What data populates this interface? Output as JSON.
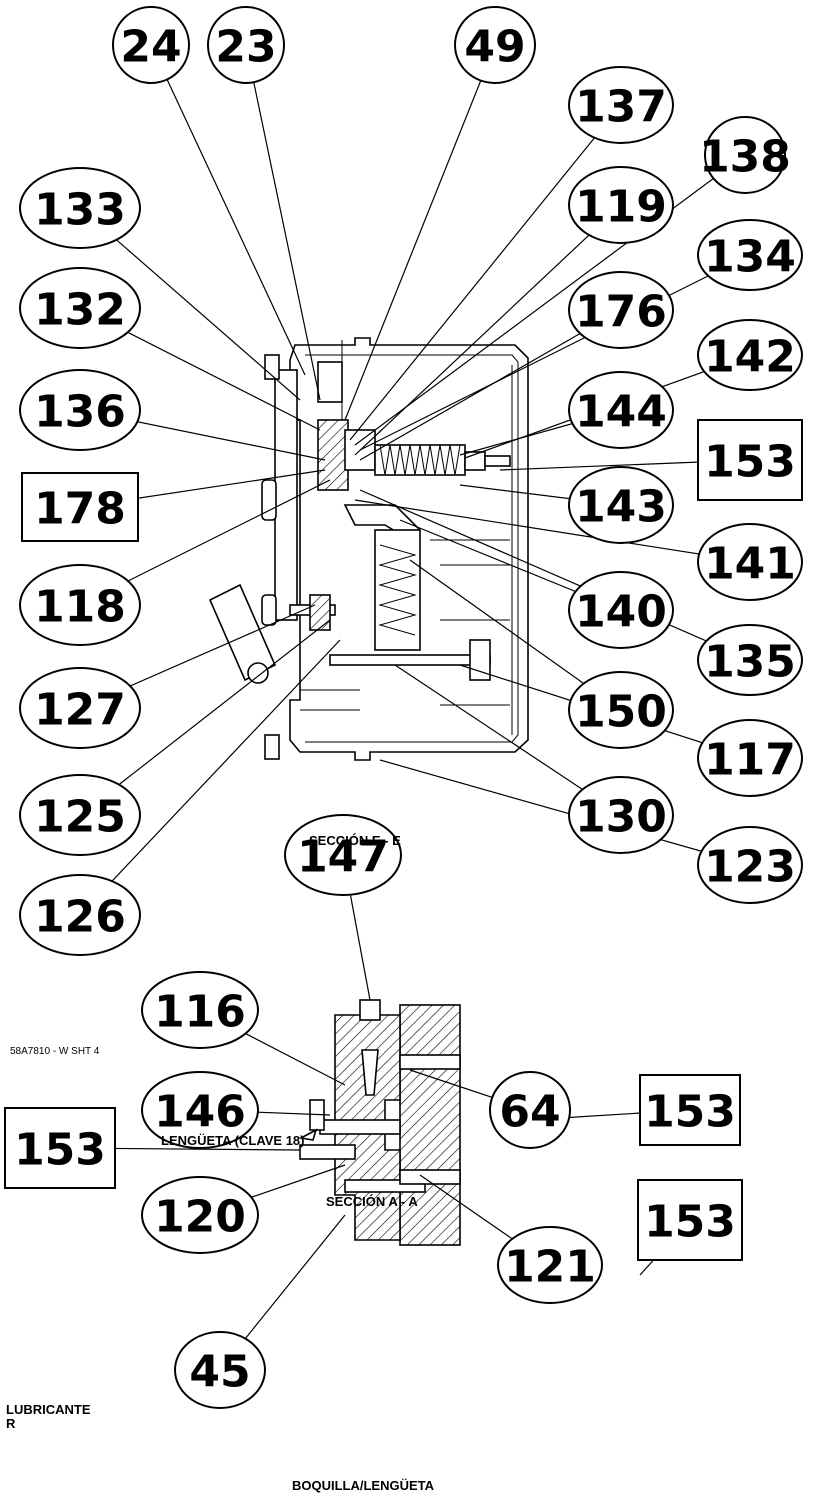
{
  "section_e_label": "SECCIÓN E - E",
  "section_a_label": "SECCIÓN A - A",
  "drawing_number": "58A7810 - W SHT 4",
  "flapper_key_label": "LENGÜETA (CLAVE 18)",
  "bottom_title": "BOQUILLA/LENGÜETA",
  "lubricant_label_line1": "LUBRICANTE",
  "lubricant_label_line2": "R",
  "callouts": [
    {
      "id": "c24",
      "label": "24",
      "shape": "ellipse"
    },
    {
      "id": "c23",
      "label": "23",
      "shape": "ellipse"
    },
    {
      "id": "c49",
      "label": "49",
      "shape": "ellipse"
    },
    {
      "id": "c137",
      "label": "137",
      "shape": "ellipse"
    },
    {
      "id": "c138",
      "label": "138",
      "shape": "ellipse"
    },
    {
      "id": "c133",
      "label": "133",
      "shape": "ellipse"
    },
    {
      "id": "c119",
      "label": "119",
      "shape": "ellipse"
    },
    {
      "id": "c134",
      "label": "134",
      "shape": "ellipse"
    },
    {
      "id": "c132",
      "label": "132",
      "shape": "ellipse"
    },
    {
      "id": "c176",
      "label": "176",
      "shape": "ellipse"
    },
    {
      "id": "c142",
      "label": "142",
      "shape": "ellipse"
    },
    {
      "id": "c136",
      "label": "136",
      "shape": "ellipse"
    },
    {
      "id": "c144",
      "label": "144",
      "shape": "ellipse"
    },
    {
      "id": "c153a",
      "label": "153",
      "shape": "rect"
    },
    {
      "id": "c178",
      "label": "178",
      "shape": "rect"
    },
    {
      "id": "c143",
      "label": "143",
      "shape": "ellipse"
    },
    {
      "id": "c141",
      "label": "141",
      "shape": "ellipse"
    },
    {
      "id": "c118",
      "label": "118",
      "shape": "ellipse"
    },
    {
      "id": "c140",
      "label": "140",
      "shape": "ellipse"
    },
    {
      "id": "c135",
      "label": "135",
      "shape": "ellipse"
    },
    {
      "id": "c127",
      "label": "127",
      "shape": "ellipse"
    },
    {
      "id": "c150",
      "label": "150",
      "shape": "ellipse"
    },
    {
      "id": "c117",
      "label": "117",
      "shape": "ellipse"
    },
    {
      "id": "c125",
      "label": "125",
      "shape": "ellipse"
    },
    {
      "id": "c130",
      "label": "130",
      "shape": "ellipse"
    },
    {
      "id": "c123",
      "label": "123",
      "shape": "ellipse"
    },
    {
      "id": "c126",
      "label": "126",
      "shape": "ellipse"
    },
    {
      "id": "c147",
      "label": "147",
      "shape": "ellipse"
    },
    {
      "id": "c116",
      "label": "116",
      "shape": "ellipse"
    },
    {
      "id": "c153b",
      "label": "153",
      "shape": "rect"
    },
    {
      "id": "c146",
      "label": "146",
      "shape": "ellipse"
    },
    {
      "id": "c64",
      "label": "64",
      "shape": "ellipse"
    },
    {
      "id": "c153c",
      "label": "153",
      "shape": "rect"
    },
    {
      "id": "c153d",
      "label": "153",
      "shape": "rect"
    },
    {
      "id": "c120",
      "label": "120",
      "shape": "ellipse"
    },
    {
      "id": "c121",
      "label": "121",
      "shape": "ellipse"
    },
    {
      "id": "c45",
      "label": "45",
      "shape": "ellipse"
    }
  ]
}
